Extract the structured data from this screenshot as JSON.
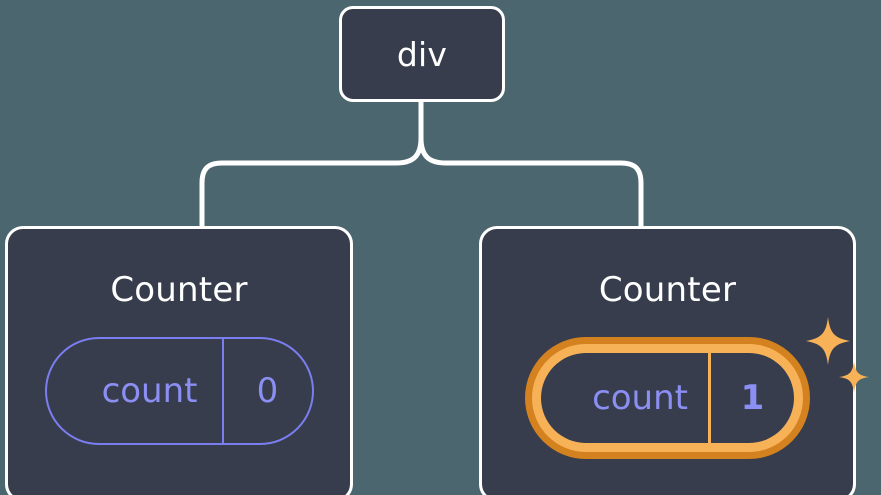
{
  "diagram": {
    "type": "component-tree",
    "title": "React component tree with highlighted state update",
    "colors": {
      "background": "#4c6670",
      "node_fill": "#373d4c",
      "node_border": "#ffffff",
      "connector": "#ffffff",
      "state_accent": "#8b8ef2",
      "highlight_outer": "#d4811f",
      "highlight_inner": "#f7b258"
    },
    "root": {
      "label": "div"
    },
    "children": [
      {
        "label": "Counter",
        "state": {
          "key": "count",
          "value": "0"
        },
        "highlighted": false
      },
      {
        "label": "Counter",
        "state": {
          "key": "count",
          "value": "1"
        },
        "highlighted": true,
        "sparkle_icons": [
          "sparkle-large",
          "sparkle-small"
        ]
      }
    ]
  }
}
